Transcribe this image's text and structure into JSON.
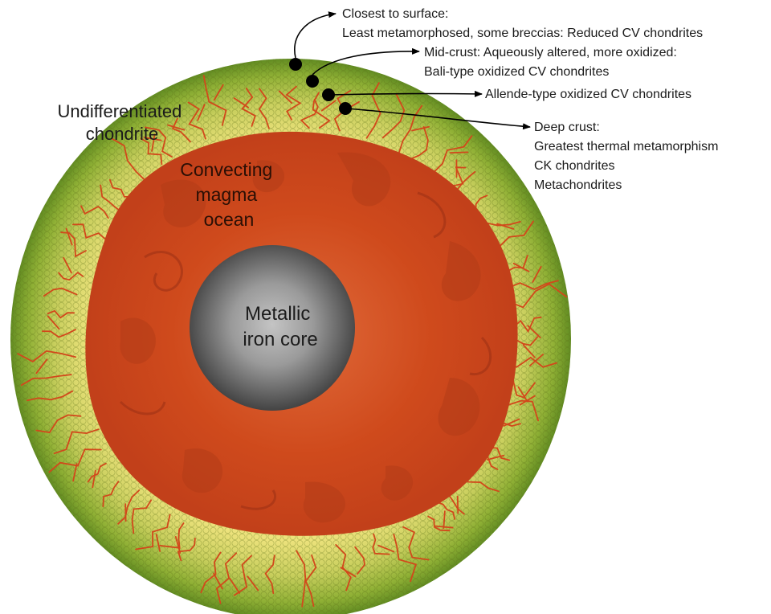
{
  "regions": {
    "crust_line1": "Undifferentiated",
    "crust_line2": "chondrite",
    "magma_line1": "Convecting",
    "magma_line2": "magma",
    "magma_line3": "ocean",
    "core_line1": "Metallic",
    "core_line2": "iron core"
  },
  "annotations": [
    {
      "lines": [
        "Closest to surface:",
        "Least metamorphosed, some breccias: Reduced CV chondrites"
      ]
    },
    {
      "lines": [
        "Mid-crust: Aqueously altered, more oxidized:",
        "Bali-type oxidized CV chondrites"
      ]
    },
    {
      "lines": [
        "Allende-type oxidized CV chondrites"
      ]
    },
    {
      "lines": [
        "Deep crust:",
        "Greatest thermal metamorphism",
        "CK chondrites",
        "Metachondrites"
      ]
    }
  ],
  "colors": {
    "crust_outer": "#6f9a28",
    "crust_inner": "#e6e07a",
    "magma": "#cf4a1c",
    "magma_dark": "#a8381a",
    "core_center": "#b5b5b5",
    "core_edge": "#3c3c3c",
    "veins": "#d2481b",
    "markers": "#000000"
  },
  "icons": [
    "arrow-icon",
    "sample-marker-icon"
  ]
}
